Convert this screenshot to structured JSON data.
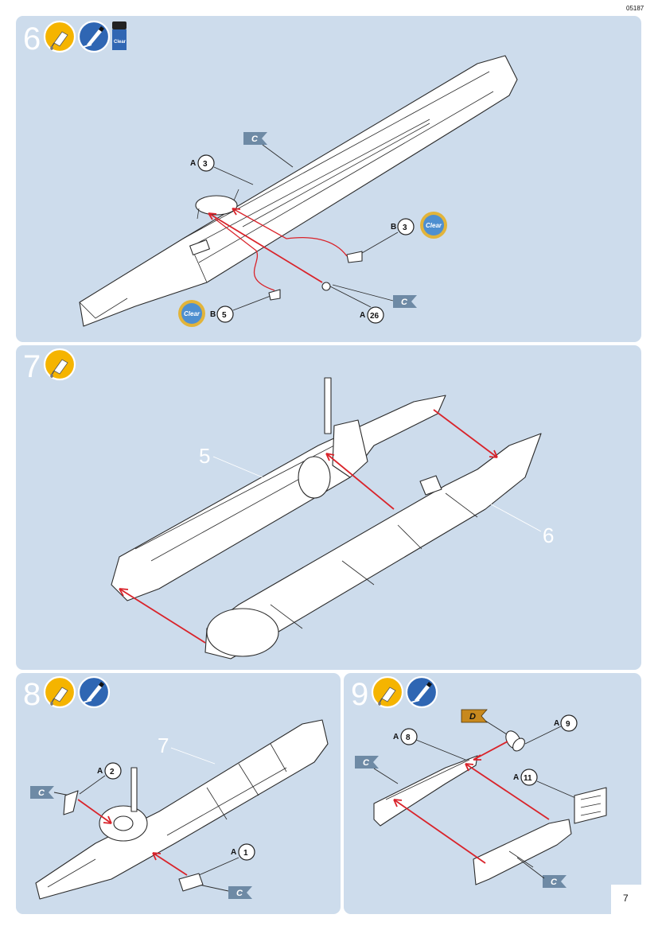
{
  "doc": {
    "code": "05187",
    "page_number": "7"
  },
  "steps": [
    {
      "number": "6",
      "icons": [
        "glue-icon",
        "brush-icon",
        "clear-paint-jar-icon"
      ],
      "jar_label": "Clear",
      "callouts": [
        {
          "sprue": "A",
          "part": "3"
        },
        {
          "sprue": "B",
          "part": "3"
        },
        {
          "sprue": "B",
          "part": "5"
        },
        {
          "sprue": "A",
          "part": "26"
        }
      ],
      "clear_badge_label": "Clear",
      "color_flag": "C"
    },
    {
      "number": "7",
      "icons": [
        "glue-icon"
      ],
      "assembly_labels": [
        "5",
        "6"
      ]
    },
    {
      "number": "8",
      "icons": [
        "glue-icon",
        "brush-icon"
      ],
      "assembly_labels": [
        "7"
      ],
      "callouts": [
        {
          "sprue": "A",
          "part": "2"
        },
        {
          "sprue": "A",
          "part": "1"
        }
      ],
      "color_flag": "C"
    },
    {
      "number": "9",
      "icons": [
        "glue-icon",
        "brush-icon"
      ],
      "callouts": [
        {
          "sprue": "A",
          "part": "9"
        },
        {
          "sprue": "A",
          "part": "8"
        },
        {
          "sprue": "A",
          "part": "11"
        }
      ],
      "color_flag": "C",
      "color_flag_d": "D"
    }
  ],
  "colors": {
    "panel": "#cddcec",
    "arrow": "#d9232a",
    "glue_icon": "#f5b400",
    "paint_icon": "#2f66b3",
    "flag_c": "#6e8aa5",
    "flag_d": "#c8891e"
  }
}
